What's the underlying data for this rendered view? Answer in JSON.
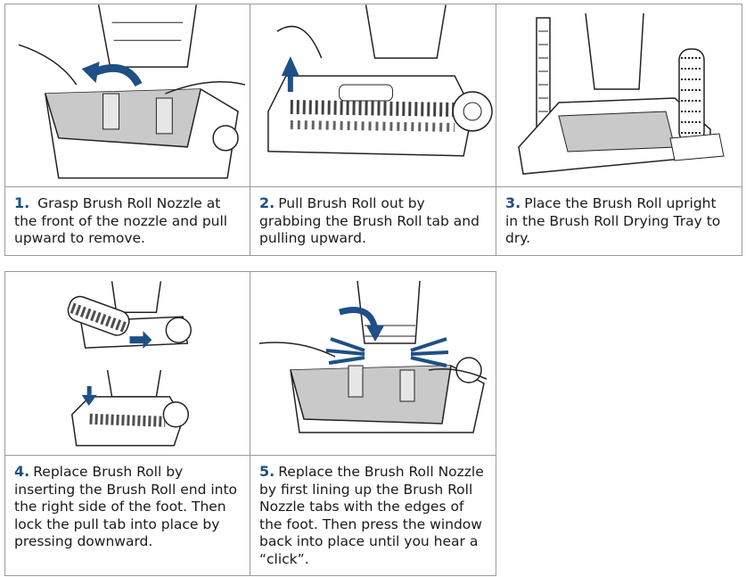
{
  "steps": [
    {
      "num": "1.",
      "text": " Grasp Brush Roll Nozzle at the front of the nozzle and pull upward to remove."
    },
    {
      "num": "2.",
      "text": "Pull Brush Roll out by grabbing the Brush Roll tab and pulling upward."
    },
    {
      "num": "3.",
      "text": "Place the Brush Roll upright in the Brush Roll Drying Tray to dry."
    },
    {
      "num": "4.",
      "text": "Replace Brush Roll by inserting the Brush Roll end into the right side of the foot. Then lock the pull tab into place by pressing downward."
    },
    {
      "num": "5.",
      "text": "Replace the Brush Roll Nozzle by first lining up the Brush Roll Nozzle tabs with the edges of the foot. Then press the window back into place until you hear a “click”."
    }
  ],
  "colors": {
    "accent": "#1e4f86",
    "border": "#9a9a9a",
    "nozzle_fill": "#c9c9c9"
  }
}
